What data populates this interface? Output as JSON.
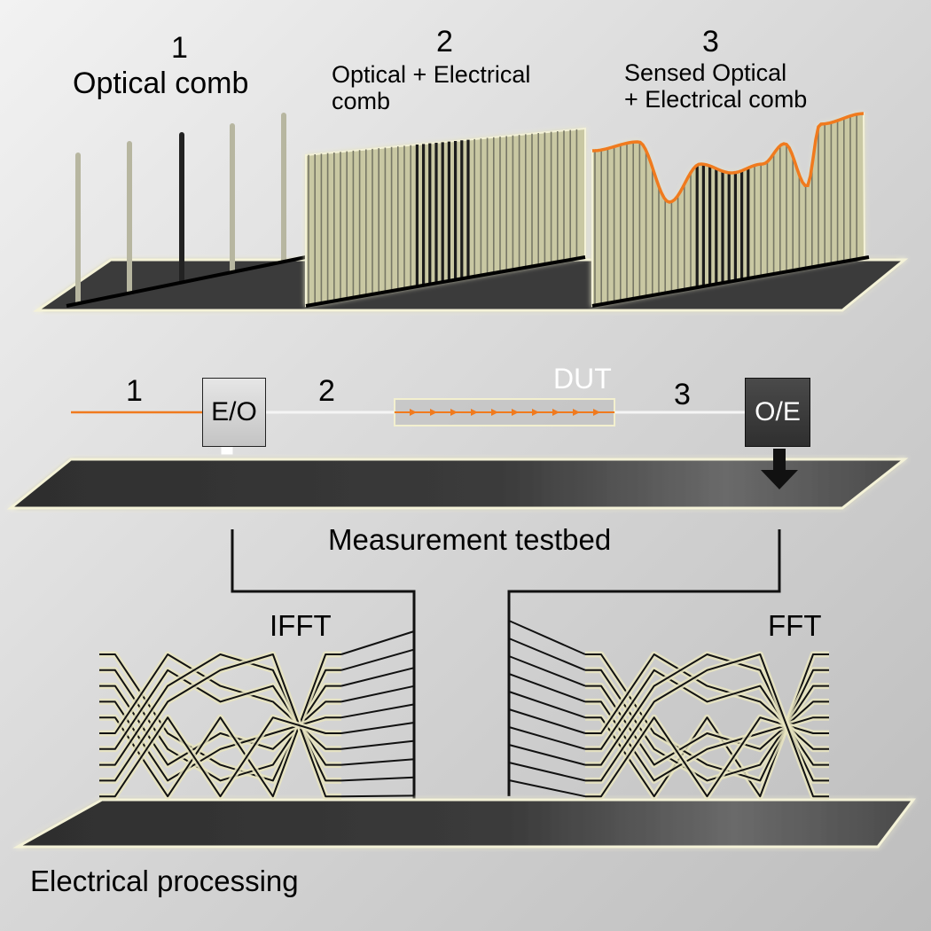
{
  "stages": [
    {
      "number": "1",
      "title": "Optical comb"
    },
    {
      "number": "2",
      "title_line1": "Optical + Electrical",
      "title_line2": "comb"
    },
    {
      "number": "3",
      "title_line1": "Sensed Optical",
      "title_line2": "+ Electrical comb"
    }
  ],
  "testbed": {
    "segment_labels": [
      "1",
      "2",
      "3"
    ],
    "eo_label": "E/O",
    "oe_label": "O/E",
    "dut_label": "DUT",
    "caption": "Measurement testbed"
  },
  "processing": {
    "ifft_label": "IFFT",
    "fft_label": "FFT",
    "caption": "Electrical processing"
  },
  "colors": {
    "orange": "#f07a1e",
    "platform": "#3a3a3a",
    "glow": "#f4f2d8",
    "comb_fill": "#c9c8a3",
    "eo_box": "#d2d2d2",
    "oe_box": "#3c3c3c"
  }
}
